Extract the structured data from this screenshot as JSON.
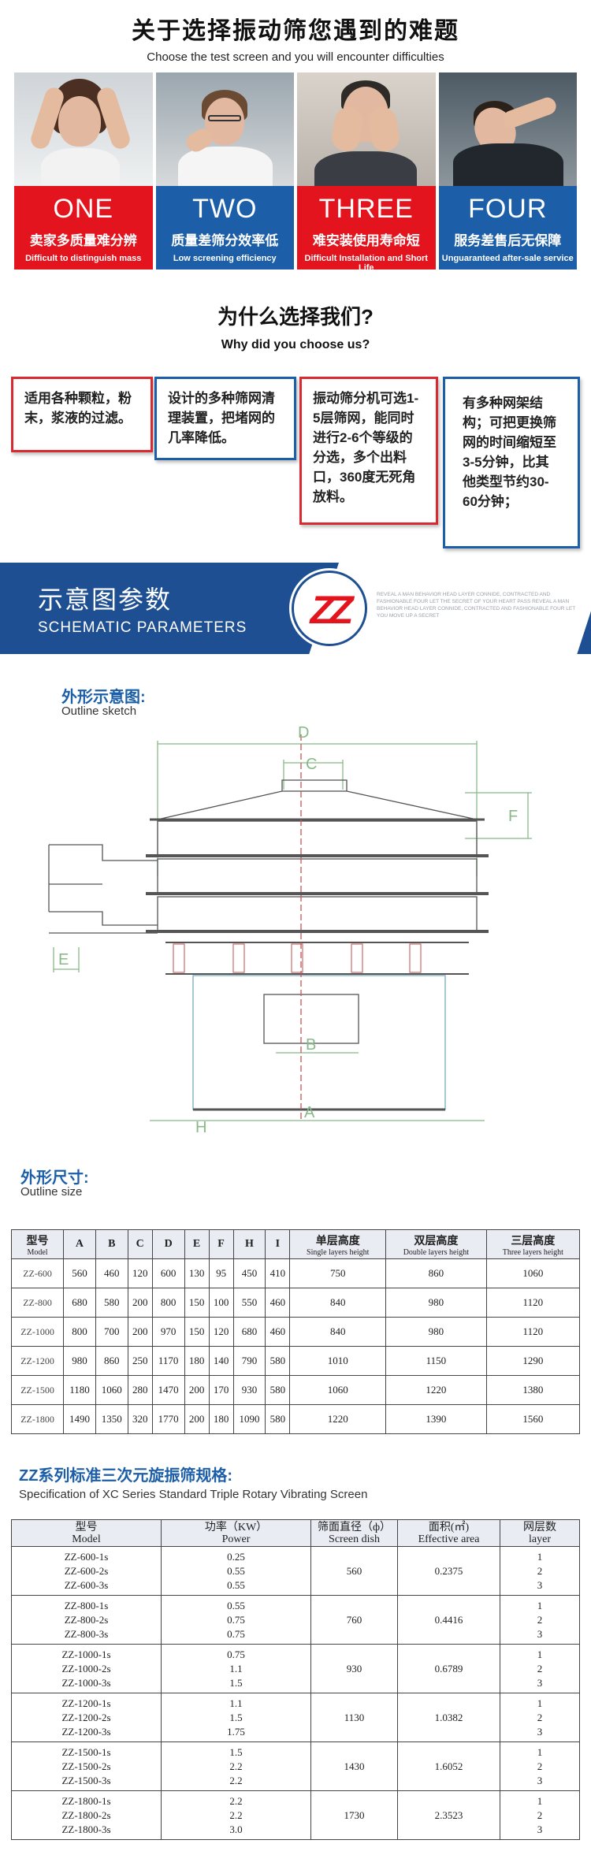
{
  "difficulties": {
    "title": "关于选择振动筛您遇到的难题",
    "subtitle": "Choose the test screen and you will encounter difficulties",
    "items": [
      {
        "num": "ONE",
        "cn": "卖家多质量难分辨",
        "en": "Difficult to distinguish mass",
        "color": "red"
      },
      {
        "num": "TWO",
        "cn": "质量差筛分效率低",
        "en": "Low screening efficiency",
        "color": "blue"
      },
      {
        "num": "THREE",
        "cn": "难安装使用寿命短",
        "en": "Difficult Installation and Short Life",
        "color": "red"
      },
      {
        "num": "FOUR",
        "cn": "服务差售后无保障",
        "en": "Unguaranteed after-sale service",
        "color": "blue"
      }
    ]
  },
  "why": {
    "title": "为什么选择我们?",
    "subtitle": "Why did you choose us?",
    "reasons": [
      "适用各种颗粒，粉末，浆液的过滤。",
      "设计的多种筛网清理装置，把堵网的几率降低。",
      "振动筛分机可选1-5层筛网，能同时进行2-6个等级的分选，多个出料口，360度无死角放料。",
      "有多种网架结构；可把更换筛网的时间缩短至3-5分钟，比其他类型节约30-60分钟；"
    ]
  },
  "banner": {
    "title": "示意图参数",
    "subtitle": "SCHEMATIC PARAMETERS",
    "logo": "ZZ",
    "tagline": "REVEAL A MAN BEHAVIOR HEAD LAYER CONNIDE, CONTRACTED AND FASHIONABLE FOUR LET THE SECRET OF YOUR HEART PASS REVEAL A MAN BEHAVIOR HEAD LAYER CONNIDE, CONTRACTED AND FASHIONABLE FOUR LET YOU MOVE UP A SECRET"
  },
  "outline": {
    "label_cn": "外形示意图:",
    "label_en": "Outline sketch",
    "dims": [
      "D",
      "C",
      "F",
      "E",
      "B",
      "A",
      "H"
    ]
  },
  "size_table": {
    "label_cn": "外形尺寸:",
    "label_en": "Outline size",
    "headers": [
      {
        "cn": "型号",
        "en": "Model"
      },
      {
        "cn": "A"
      },
      {
        "cn": "B"
      },
      {
        "cn": "C"
      },
      {
        "cn": "D"
      },
      {
        "cn": "E"
      },
      {
        "cn": "F"
      },
      {
        "cn": "H"
      },
      {
        "cn": "I"
      },
      {
        "cn": "单层高度",
        "en": "Single layers height"
      },
      {
        "cn": "双层高度",
        "en": "Double layers height"
      },
      {
        "cn": "三层高度",
        "en": "Three layers height"
      }
    ],
    "rows": [
      [
        "ZZ-600",
        "560",
        "460",
        "120",
        "600",
        "130",
        "95",
        "450",
        "410",
        "750",
        "860",
        "1060"
      ],
      [
        "ZZ-800",
        "680",
        "580",
        "200",
        "800",
        "150",
        "100",
        "550",
        "460",
        "840",
        "980",
        "1120"
      ],
      [
        "ZZ-1000",
        "800",
        "700",
        "200",
        "970",
        "150",
        "120",
        "680",
        "460",
        "840",
        "980",
        "1120"
      ],
      [
        "ZZ-1200",
        "980",
        "860",
        "250",
        "1170",
        "180",
        "140",
        "790",
        "580",
        "1010",
        "1150",
        "1290"
      ],
      [
        "ZZ-1500",
        "1180",
        "1060",
        "280",
        "1470",
        "200",
        "170",
        "930",
        "580",
        "1060",
        "1220",
        "1380"
      ],
      [
        "ZZ-1800",
        "1490",
        "1350",
        "320",
        "1770",
        "200",
        "180",
        "1090",
        "580",
        "1220",
        "1390",
        "1560"
      ]
    ]
  },
  "spec_table": {
    "label_cn": "ZZ系列标准三次元旋振筛规格:",
    "label_en": "Specification of XC Series Standard Triple Rotary Vibrating Screen",
    "headers": [
      {
        "cn": "型号",
        "en": "Model"
      },
      {
        "cn": "功率（KW）",
        "en": "Power"
      },
      {
        "cn": "筛面直径（ф）",
        "en": "Screen dish"
      },
      {
        "cn": "面积(㎡)",
        "en": "Effective area"
      },
      {
        "cn": "网层数",
        "en": "layer"
      }
    ],
    "rows": [
      {
        "models": [
          "ZZ-600-1s",
          "ZZ-600-2s",
          "ZZ-600-3s"
        ],
        "power": [
          "0.25",
          "0.55",
          "0.55"
        ],
        "dish": "560",
        "area": "0.2375",
        "layers": [
          "1",
          "2",
          "3"
        ]
      },
      {
        "models": [
          "ZZ-800-1s",
          "ZZ-800-2s",
          "ZZ-800-3s"
        ],
        "power": [
          "0.55",
          "0.75",
          "0.75"
        ],
        "dish": "760",
        "area": "0.4416",
        "layers": [
          "1",
          "2",
          "3"
        ]
      },
      {
        "models": [
          "ZZ-1000-1s",
          "ZZ-1000-2s",
          "ZZ-1000-3s"
        ],
        "power": [
          "0.75",
          "1.1",
          "1.5"
        ],
        "dish": "930",
        "area": "0.6789",
        "layers": [
          "1",
          "2",
          "3"
        ]
      },
      {
        "models": [
          "ZZ-1200-1s",
          "ZZ-1200-2s",
          "ZZ-1200-3s"
        ],
        "power": [
          "1.1",
          "1.5",
          "1.75"
        ],
        "dish": "1130",
        "area": "1.0382",
        "layers": [
          "1",
          "2",
          "3"
        ]
      },
      {
        "models": [
          "ZZ-1500-1s",
          "ZZ-1500-2s",
          "ZZ-1500-3s"
        ],
        "power": [
          "1.5",
          "2.2",
          "2.2"
        ],
        "dish": "1430",
        "area": "1.6052",
        "layers": [
          "1",
          "2",
          "3"
        ]
      },
      {
        "models": [
          "ZZ-1800-1s",
          "ZZ-1800-2s",
          "ZZ-1800-3s"
        ],
        "power": [
          "2.2",
          "2.2",
          "3.0"
        ],
        "dish": "1730",
        "area": "2.3523",
        "layers": [
          "1",
          "2",
          "3"
        ]
      }
    ]
  }
}
